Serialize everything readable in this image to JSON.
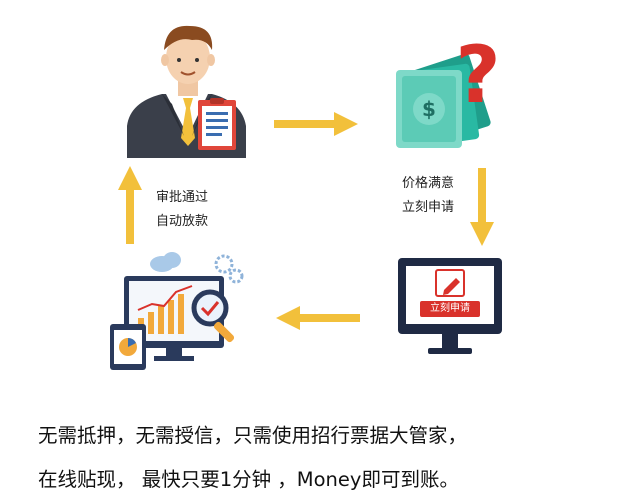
{
  "labels": {
    "left": [
      "审批通过",
      "自动放款"
    ],
    "right": [
      "价格满意",
      "立刻申请"
    ]
  },
  "monitor_badge": "立刻申请",
  "caption": {
    "line1": "无需抵押，无需授信，只需使用招行票据大管家，",
    "line2": "在线贴现，  最快只要1分钟  ，Money即可到账。"
  },
  "colors": {
    "arrow": "#f2c03b",
    "teal": "#29b9a3",
    "red": "#d9322b",
    "navy": "#1f2a44"
  }
}
